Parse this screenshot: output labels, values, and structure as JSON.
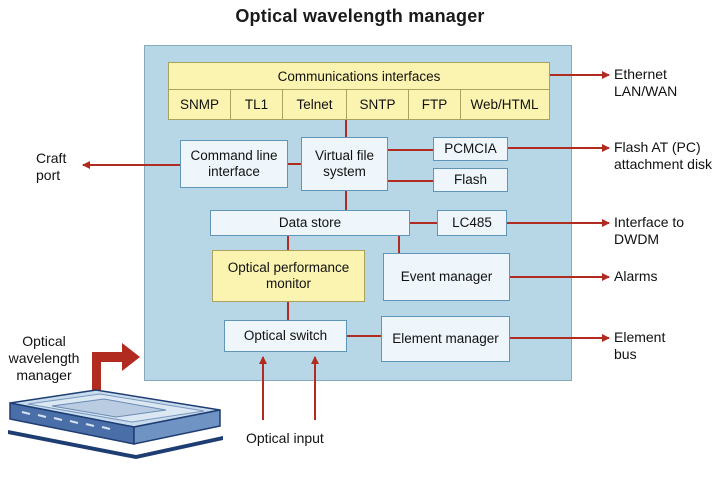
{
  "title": "Optical wavelength manager",
  "communications": {
    "title": "Communications interfaces",
    "protocols": [
      "SNMP",
      "TL1",
      "Telnet",
      "SNTP",
      "FTP",
      "Web/HTML"
    ]
  },
  "blocks": {
    "command_line_interface": "Command line interface",
    "virtual_file_system": "Virtual file system",
    "pcmcia": "PCMCIA",
    "flash": "Flash",
    "data_store": "Data store",
    "lc485": "LC485",
    "optical_performance_monitor": "Optical performance monitor",
    "event_manager": "Event manager",
    "optical_switch": "Optical switch",
    "element_manager": "Element manager"
  },
  "external": {
    "ethernet": "Ethernet LAN/WAN",
    "flash_attachment": "Flash AT (PC) attachment disk",
    "interface_dwdm": "Interface to DWDM",
    "alarms": "Alarms",
    "element_bus": "Element bus",
    "craft_port": "Craft port",
    "device_label": "Optical wavelength manager",
    "optical_input": "Optical input"
  },
  "colors": {
    "panel": "#b7d6e6",
    "block": "#eef6fb",
    "highlight": "#fbf4b0",
    "connector": "#b22b20"
  }
}
